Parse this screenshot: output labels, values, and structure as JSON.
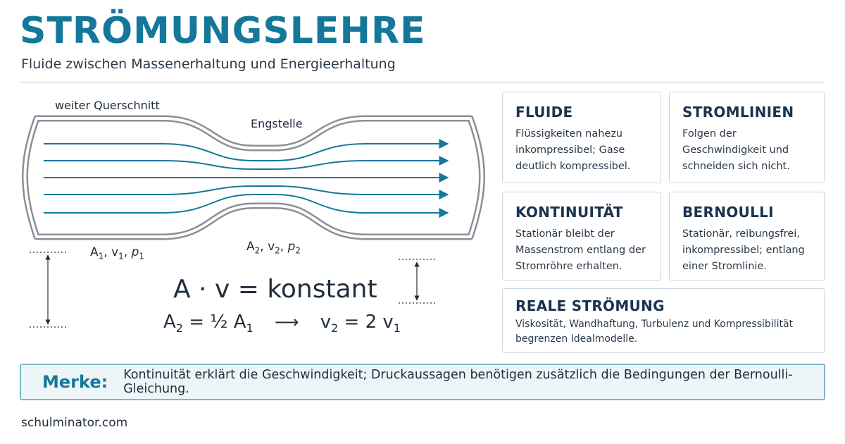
{
  "header": {
    "title": "STRÖMUNGSLEHRE",
    "subtitle": "Fluide zwischen Massenerhaltung und Energieerhaltung"
  },
  "diagram": {
    "label_wide": "weiter Querschnitt",
    "label_narrow": "Engstelle",
    "left_symbols": {
      "A": "A",
      "A_sub": "1",
      "v": "v",
      "v_sub": "1",
      "p": "p",
      "p_sub": "1"
    },
    "right_symbols": {
      "A": "A",
      "A_sub": "2",
      "v": "v",
      "v_sub": "2",
      "p": "p",
      "p_sub": "2"
    },
    "formula_main": "A · v = konstant",
    "formula_left": "A",
    "formula_left_sub": "2",
    "formula_left_rest": " = ½ A",
    "formula_left_rest_sub": "1",
    "formula_arrow": "⟶",
    "formula_right": "v",
    "formula_right_sub": "2",
    "formula_right_rest": " = 2 v",
    "formula_right_rest_sub": "1",
    "colors": {
      "tube": "#8a9097",
      "stream": "#15789a"
    }
  },
  "cards": {
    "fluide": {
      "title": "FLUIDE",
      "text": "Flüssigkeiten nahezu inkompressibel; Gase deutlich kompressibel."
    },
    "stromlinien": {
      "title": "STROMLINIEN",
      "text": "Folgen der Geschwindigkeit und schneiden sich nicht."
    },
    "kontinuitaet": {
      "title": "KONTINUITÄT",
      "text": "Stationär bleibt der Massenstrom entlang der Stromröhre erhalten."
    },
    "bernoulli": {
      "title": "BERNOULLI",
      "text": "Stationär, reibungsfrei, inkompressibel; entlang einer Stromlinie."
    },
    "real": {
      "title": "REALE STRÖMUNG",
      "text": "Viskosität, Wandhaftung, Turbulenz und Kompressibilität begrenzen Idealmodelle."
    }
  },
  "merke": {
    "label": "Merke:",
    "text": "Kontinuität erklärt die Geschwindigkeit; Druckaussagen benötigen zusätzlich die Bedingungen der Bernoulli-Gleichung."
  },
  "footer": {
    "site": "schulminator.com"
  }
}
